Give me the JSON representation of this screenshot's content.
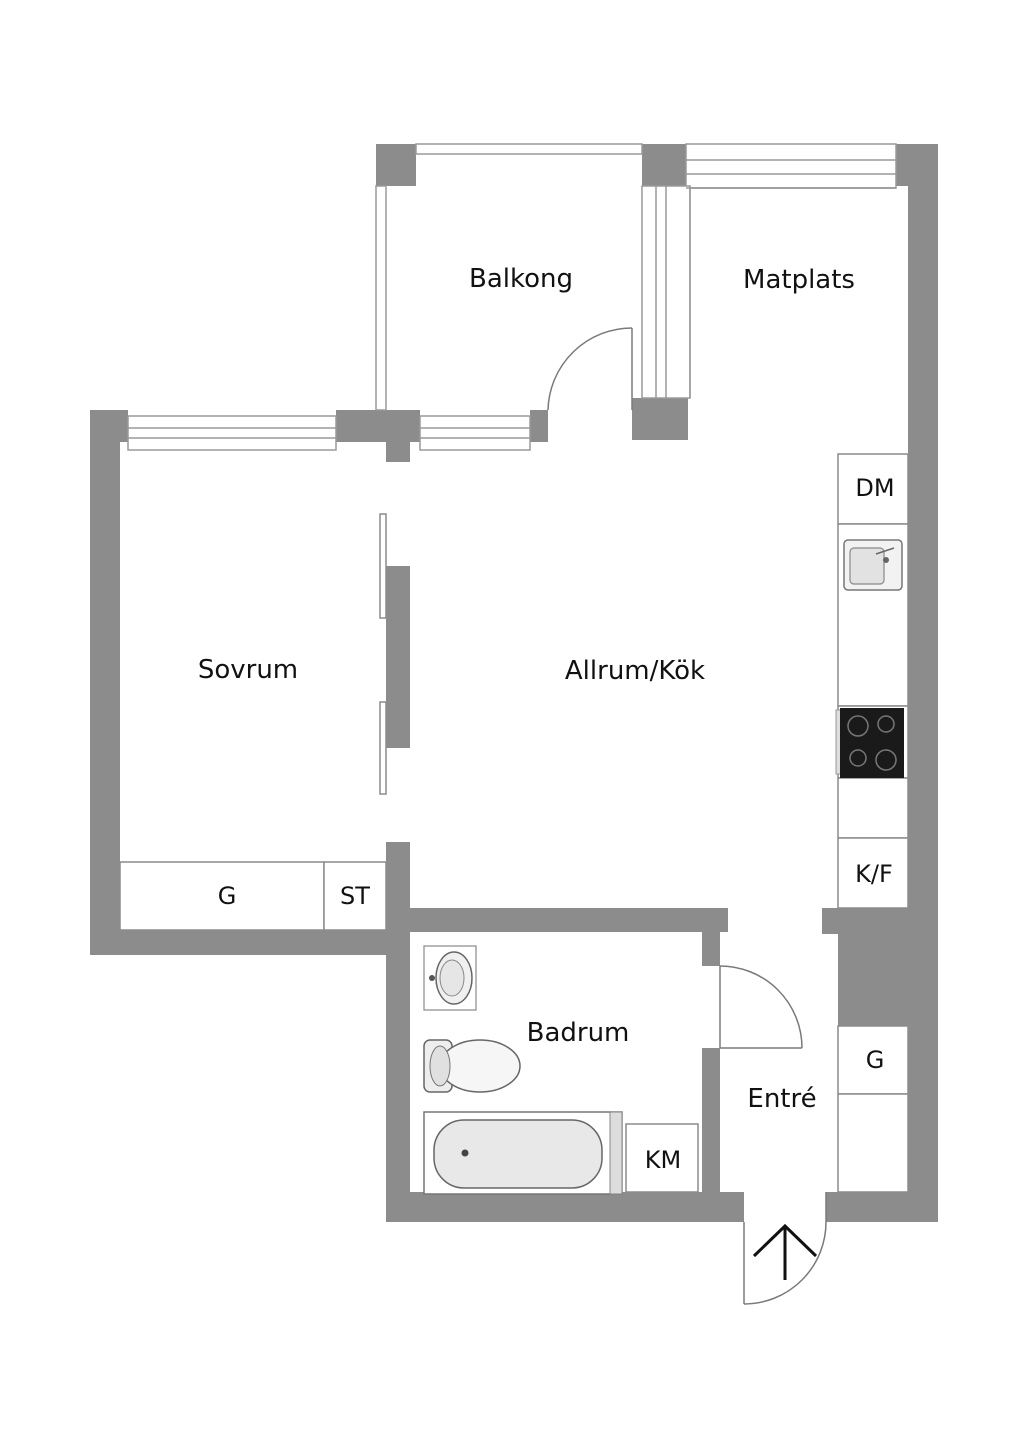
{
  "rooms": {
    "balkong": "Balkong",
    "matplats": "Matplats",
    "sovrum": "Sovrum",
    "allrum_kok": "Allrum/Kök",
    "badrum": "Badrum",
    "entre": "Entré"
  },
  "fixtures": {
    "dm": "DM",
    "kf": "K/F",
    "g_bedroom": "G",
    "st": "ST",
    "g_entry": "G",
    "km": "KM"
  },
  "colors": {
    "wall": "#8c8c8c",
    "window": "#9a9a9a",
    "stove": "#1a1a1a"
  }
}
